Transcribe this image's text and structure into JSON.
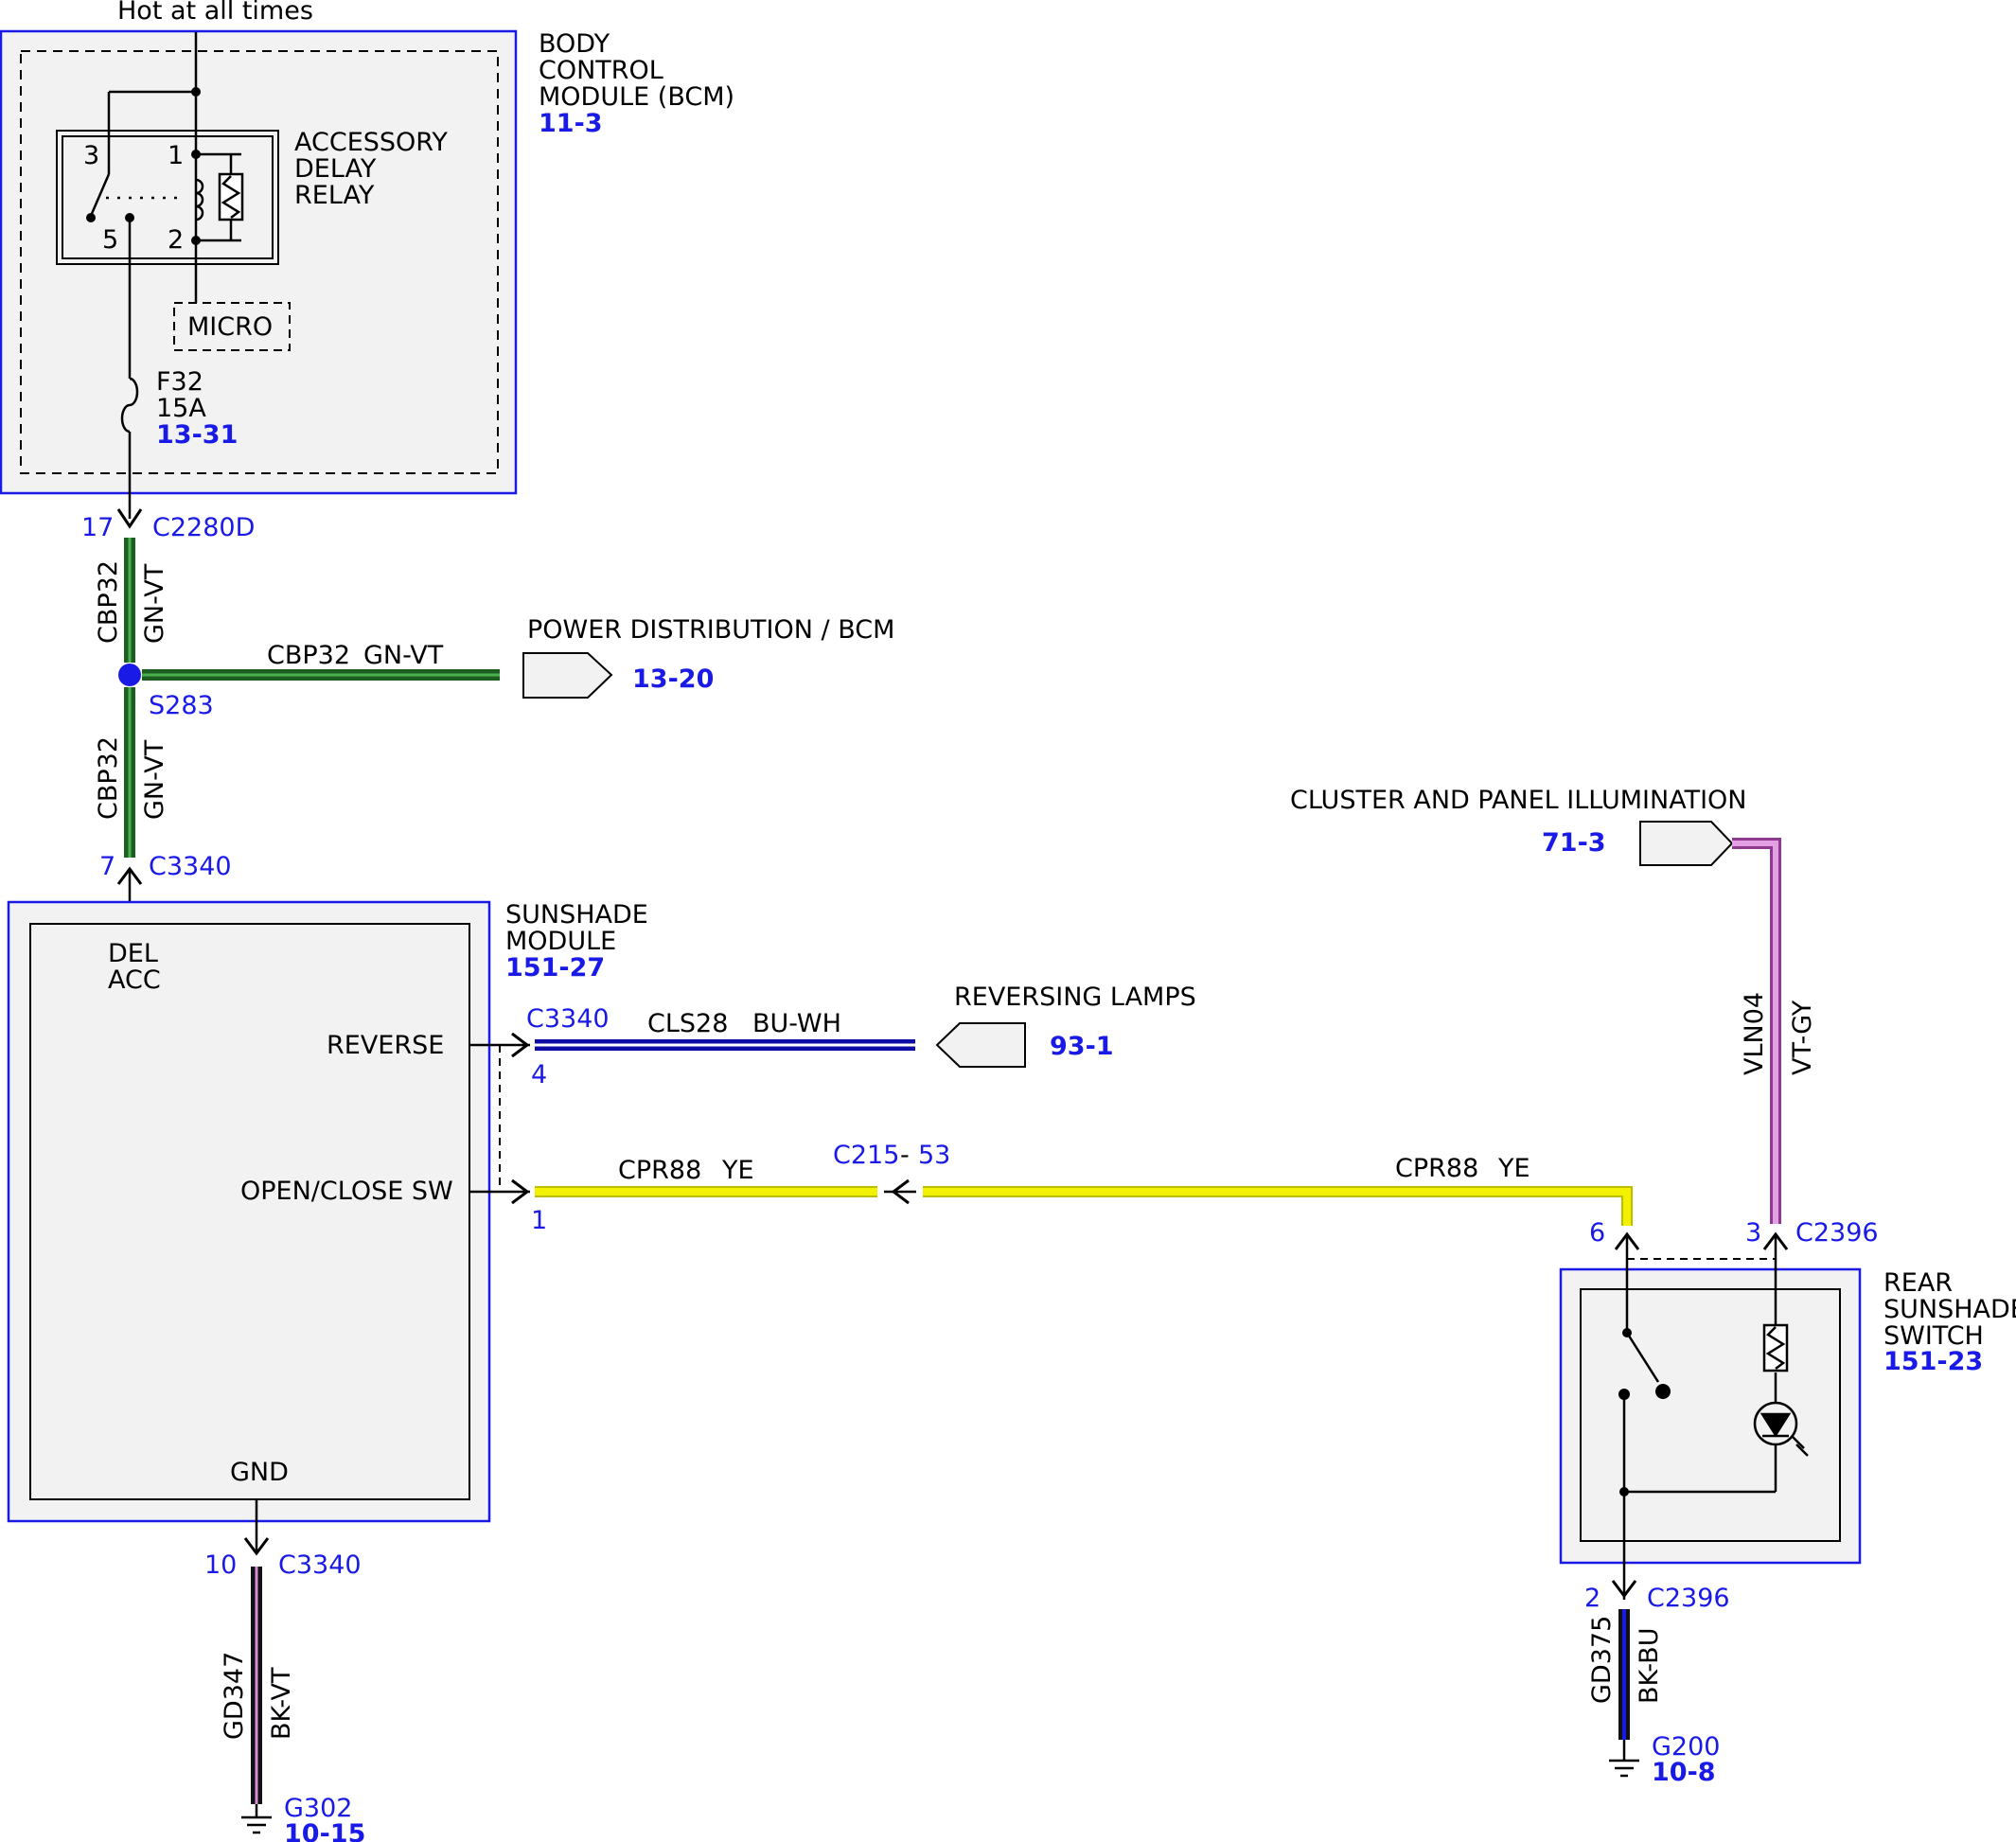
{
  "power_label": "Hot at all times",
  "bcm": {
    "name_lines": [
      "BODY",
      "CONTROL",
      "MODULE (BCM)"
    ],
    "ref": "11-3",
    "relay_lines": [
      "ACCESSORY",
      "DELAY",
      "RELAY"
    ],
    "relay_pins": {
      "p1": "1",
      "p2": "2",
      "p3": "3",
      "p5": "5"
    },
    "micro": "MICRO",
    "fuse": {
      "name": "F32",
      "rating": "15A",
      "ref": "13-31"
    }
  },
  "connectors": {
    "c2280d": {
      "pin": "17",
      "name": "C2280D"
    },
    "c3340_top": {
      "pin": "7",
      "name": "C3340"
    },
    "c3340_reverse": {
      "pin": "4",
      "name": "C3340"
    },
    "c3340_openclose": {
      "pin": "1"
    },
    "c215": {
      "name": "C215",
      "sep": "-",
      "pin": "53"
    },
    "c3340_gnd": {
      "pin": "10",
      "name": "C3340"
    },
    "c2396_sw": {
      "pin": "6"
    },
    "c2396_illum": {
      "pin": "3",
      "name": "C2396"
    },
    "c2396_gnd": {
      "pin": "2",
      "name": "C2396"
    }
  },
  "splice": {
    "name": "S283"
  },
  "wires": {
    "cbp32_upper": {
      "circuit": "CBP32",
      "color": "GN-VT"
    },
    "cbp32_branch": {
      "circuit": "CBP32",
      "color": "GN-VT"
    },
    "cbp32_lower": {
      "circuit": "CBP32",
      "color": "GN-VT"
    },
    "cls28": {
      "circuit": "CLS28",
      "color": "BU-WH"
    },
    "cpr88_left": {
      "circuit": "CPR88",
      "color": "YE"
    },
    "cpr88_right": {
      "circuit": "CPR88",
      "color": "YE"
    },
    "vln04": {
      "circuit": "VLN04",
      "color": "VT-GY"
    },
    "gd347": {
      "circuit": "GD347",
      "color": "BK-VT"
    },
    "gd375": {
      "circuit": "GD375",
      "color": "BK-BU"
    }
  },
  "references": {
    "power_distribution": {
      "label": "POWER DISTRIBUTION / BCM",
      "ref": "13-20"
    },
    "reversing_lamps": {
      "label": "REVERSING LAMPS",
      "ref": "93-1"
    },
    "cluster_illumination": {
      "label": "CLUSTER AND PANEL ILLUMINATION",
      "ref": "71-3"
    }
  },
  "sunshade_module": {
    "name_lines": [
      "SUNSHADE",
      "MODULE"
    ],
    "ref": "151-27",
    "pins": {
      "del_acc": [
        "DEL",
        "ACC"
      ],
      "reverse": "REVERSE",
      "open_close": "OPEN/CLOSE SW",
      "gnd": "GND"
    }
  },
  "rear_switch": {
    "name_lines": [
      "REAR",
      "SUNSHADE",
      "SWITCH"
    ],
    "ref": "151-23"
  },
  "grounds": {
    "g302": {
      "name": "G302",
      "ref": "10-15"
    },
    "g200": {
      "name": "G200",
      "ref": "10-8"
    }
  },
  "colors": {
    "module_outline": "#1a1ae6",
    "module_fill": "#f2f2f2",
    "label_blue": "#1a1ae6",
    "wire_green": "#2e7d32",
    "wire_blue": "#1a1ae6",
    "wire_yellow": "#f2f200",
    "wire_violet": "#d98ad9",
    "wire_black": "#111111"
  }
}
